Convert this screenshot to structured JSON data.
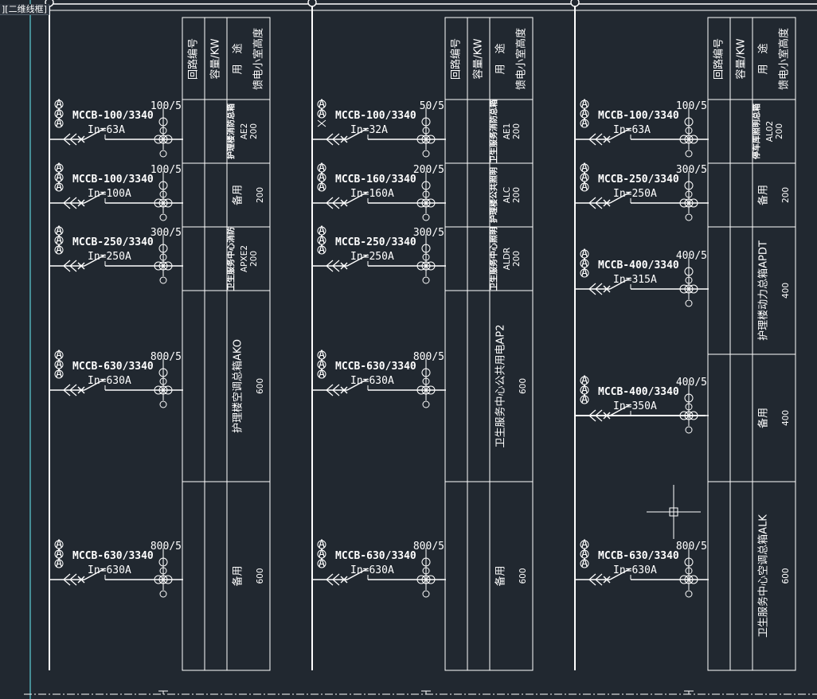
{
  "view_tab": "][二维线框]",
  "header_labels": [
    "回路编号",
    "容量/KW",
    "用　途",
    "馈电小室高度"
  ],
  "columns": [
    {
      "rows": [
        {
          "breaker": "MCCB-100/3340",
          "current": "In=63A",
          "ct": "100/5",
          "ammeters": 3,
          "circuit": "护理楼消防总箱",
          "circuit_bold": true,
          "sub": "AE2",
          "capacity": "200"
        },
        {
          "breaker": "MCCB-100/3340",
          "current": "In=100A",
          "ct": "100/5",
          "ammeters": 3,
          "circuit": "备用",
          "circuit_bold": false,
          "sub": "",
          "capacity": "200"
        },
        {
          "breaker": "MCCB-250/3340",
          "current": "In=250A",
          "ct": "300/5",
          "ammeters": 3,
          "circuit": "卫生服务中心消防",
          "circuit_bold": true,
          "sub": "APXE2",
          "capacity": "200"
        },
        {
          "breaker": "MCCB-630/3340",
          "current": "In=630A",
          "ct": "800/5",
          "ammeters": 3,
          "circuit": "护理楼空调总箱AKO",
          "circuit_bold": false,
          "sub": "",
          "capacity": "600"
        },
        {
          "breaker": "MCCB-630/3340",
          "current": "In=630A",
          "ct": "800/5",
          "ammeters": 3,
          "circuit": "备用",
          "circuit_bold": false,
          "sub": "",
          "capacity": "600"
        }
      ]
    },
    {
      "rows": [
        {
          "breaker": "MCCB-100/3340",
          "current": "In=32A",
          "ct": "50/5",
          "ammeters": 2,
          "circuit": "卫生服务消防总箱",
          "circuit_bold": true,
          "sub": "AE1",
          "capacity": "200"
        },
        {
          "breaker": "MCCB-160/3340",
          "current": "In=160A",
          "ct": "200/5",
          "ammeters": 3,
          "circuit": "护理楼公共照明",
          "circuit_bold": true,
          "sub": "ALC",
          "capacity": "200"
        },
        {
          "breaker": "MCCB-250/3340",
          "current": "In=250A",
          "ct": "300/5",
          "ammeters": 3,
          "circuit": "卫生服务中心照明",
          "circuit_bold": true,
          "sub": "ALDR",
          "capacity": "200"
        },
        {
          "breaker": "MCCB-630/3340",
          "current": "In=630A",
          "ct": "800/5",
          "ammeters": 3,
          "circuit": "卫生服务中心公共用电AP2",
          "circuit_bold": false,
          "sub": "",
          "capacity": "600"
        },
        {
          "breaker": "MCCB-630/3340",
          "current": "In=630A",
          "ct": "800/5",
          "ammeters": 3,
          "circuit": "备用",
          "circuit_bold": false,
          "sub": "",
          "capacity": "600"
        }
      ]
    },
    {
      "rows": [
        {
          "breaker": "MCCB-100/3340",
          "current": "In=63A",
          "ct": "100/5",
          "ammeters": 3,
          "circuit": "停车库照明总箱",
          "circuit_bold": true,
          "sub": "AL02",
          "capacity": "200"
        },
        {
          "breaker": "MCCB-250/3340",
          "current": "In=250A",
          "ct": "300/5",
          "ammeters": 3,
          "circuit": "备用",
          "circuit_bold": false,
          "sub": "",
          "capacity": "200"
        },
        {
          "breaker": "MCCB-400/3340",
          "current": "In=315A",
          "ct": "400/5",
          "ammeters": 3,
          "circuit": "护理楼动力总箱APDT",
          "circuit_bold": false,
          "sub": "",
          "capacity": "400"
        },
        {
          "breaker": "MCCB-400/3340",
          "current": "In=350A",
          "ct": "400/5",
          "ammeters": 3,
          "circuit": "备用",
          "circuit_bold": false,
          "sub": "",
          "capacity": "400"
        },
        {
          "breaker": "MCCB-630/3340",
          "current": "In=630A",
          "ct": "800/5",
          "ammeters": 3,
          "circuit": "卫生服务中心空调总箱ALK",
          "circuit_bold": false,
          "sub": "",
          "capacity": "600"
        }
      ]
    }
  ],
  "colors": {
    "background": "#212830",
    "line": "#ffffff",
    "frame_line": "#5fd0d8",
    "crosshair": "#ffffff"
  }
}
